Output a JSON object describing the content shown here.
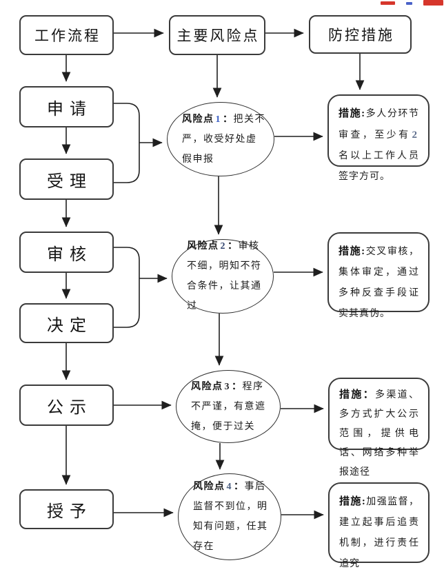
{
  "header": {
    "flow": "工作流程",
    "risk": "主要风险点",
    "control": "防控措施"
  },
  "steps": [
    "申请",
    "受理",
    "审核",
    "决定",
    "公示",
    "授予"
  ],
  "risks": [
    {
      "label": "风险点",
      "num": "1",
      "sep": "：",
      "text": "把关不严，收受好处虚假申报",
      "num_color": "#3b5fc4"
    },
    {
      "label": "风险点",
      "num": "2",
      "sep": "：",
      "text": "审核不细，明知不符合条件，让其通过",
      "num_color": "#31436e"
    },
    {
      "label": "风险点",
      "num": "3",
      "sep": "：",
      "text": "程序不严谨，有意遮掩，便于过关",
      "num_color": "#26262a"
    },
    {
      "label": "风险点",
      "num": "4",
      "sep": "：",
      "text": "事后监督不到位，明知有问题，任其存在",
      "num_color": "#4c5f80"
    }
  ],
  "measures": [
    {
      "label": "措施:",
      "pre": "多人分环节审查，至少有",
      "num": "2",
      "post": "名以上工作人员签字方可。",
      "num_color": "#5f6f8d"
    },
    {
      "label": "措施:",
      "pre": "交叉审核，集体审定，通过多种反查手段证实其真伪。",
      "num": "",
      "post": "",
      "num_color": "#1c1c1c"
    },
    {
      "label": "措施：",
      "pre": "多渠道、多方式扩大公示范围，提供电话、网络多种举报途径",
      "num": "",
      "post": "",
      "num_color": "#1c1c1c"
    },
    {
      "label": "措施:",
      "pre": "加强监督，建立起事后追责机制，进行责任追究",
      "num": "",
      "post": "",
      "num_color": "#1c1c1c"
    }
  ],
  "decor": {
    "fragment_red": "#d6362b",
    "fragment_blue": "#4a62c8"
  }
}
